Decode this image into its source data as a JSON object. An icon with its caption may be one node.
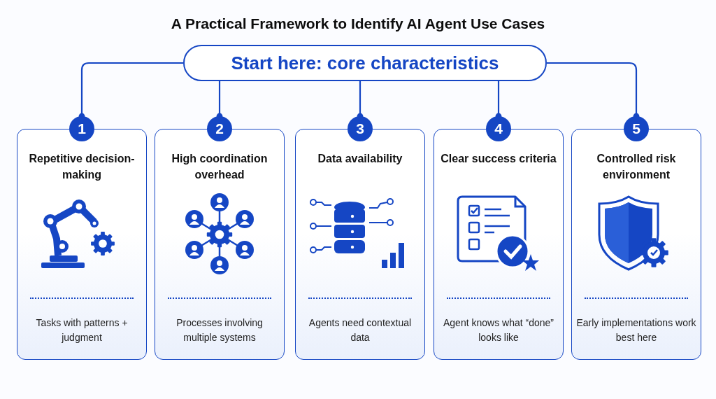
{
  "diagram": {
    "title": "A Practical Framework to Identify AI Agent Use Cases",
    "nodes": [
      {
        "text": [
          "Start here: core characteristics"
        ]
      },
      {
        "text": [
          "1"
        ]
      },
      {
        "text": [
          "Repetitive decision-making",
          "Tasks with patterns + judgment"
        ]
      },
      {
        "text": [
          "2"
        ]
      },
      {
        "text": [
          "High coordination overhead",
          "Processes involving multiple systems"
        ]
      },
      {
        "text": [
          "3"
        ]
      },
      {
        "text": [
          "Data availability",
          "Agents need contextual data"
        ]
      },
      {
        "text": [
          "4"
        ]
      },
      {
        "text": [
          "Clear success criteria",
          "Agent knows what “done” looks like"
        ]
      },
      {
        "text": [
          "5"
        ]
      },
      {
        "text": [
          "Controlled risk environment",
          "Early implementations work best here"
        ]
      }
    ],
    "edges": [
      {
        "from": 0,
        "to": 1,
        "arrow": "other"
      },
      {
        "from": 0,
        "to": 3,
        "arrow": "other"
      },
      {
        "from": 0,
        "to": 5,
        "arrow": "other"
      },
      {
        "from": 0,
        "to": 7,
        "arrow": "other"
      },
      {
        "from": 0,
        "to": 9,
        "arrow": "other"
      }
    ]
  }
}
